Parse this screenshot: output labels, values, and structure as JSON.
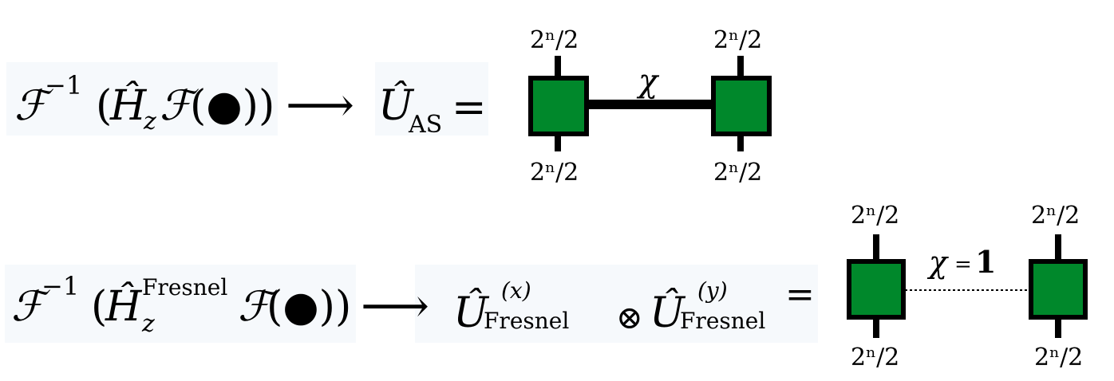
{
  "colors": {
    "tensor_fill": "#00882B",
    "tensor_stroke": "#000000",
    "bond": "#000000",
    "formula_bg": "#F6F9FC"
  },
  "row1": {
    "lhs": {
      "F": "ℱ",
      "inv_sup": "−1",
      "open": "(",
      "H": "Ĥ",
      "H_sub": "z",
      "F2": "ℱ",
      "arg": "(●))"
    },
    "arrow": "⟶",
    "rhs": {
      "U": "Û",
      "U_sub": "AS",
      "eq": "="
    },
    "diagram": {
      "bond_label": "χ",
      "leg_labels": [
        "2ⁿ/2",
        "2ⁿ/2",
        "2ⁿ/2",
        "2ⁿ/2"
      ]
    }
  },
  "row2": {
    "lhs": {
      "F": "ℱ",
      "inv_sup": "−1",
      "open": "(",
      "H": "Ĥ",
      "H_sup": "Fresnel",
      "H_sub": "z",
      "F2": "ℱ",
      "arg": "(●))"
    },
    "arrow": "⟶",
    "rhs": {
      "U1": "Û",
      "U1_sup": "(x)",
      "U1_sub": "Fresnel",
      "otimes": "⊗",
      "U2": "Û",
      "U2_sup": "(y)",
      "U2_sub": "Fresnel",
      "eq": "="
    },
    "diagram": {
      "bond_label": "χ",
      "bond_eq": "=",
      "bond_value": "1",
      "leg_labels": [
        "2ⁿ/2",
        "2ⁿ/2",
        "2ⁿ/2",
        "2ⁿ/2"
      ]
    }
  }
}
